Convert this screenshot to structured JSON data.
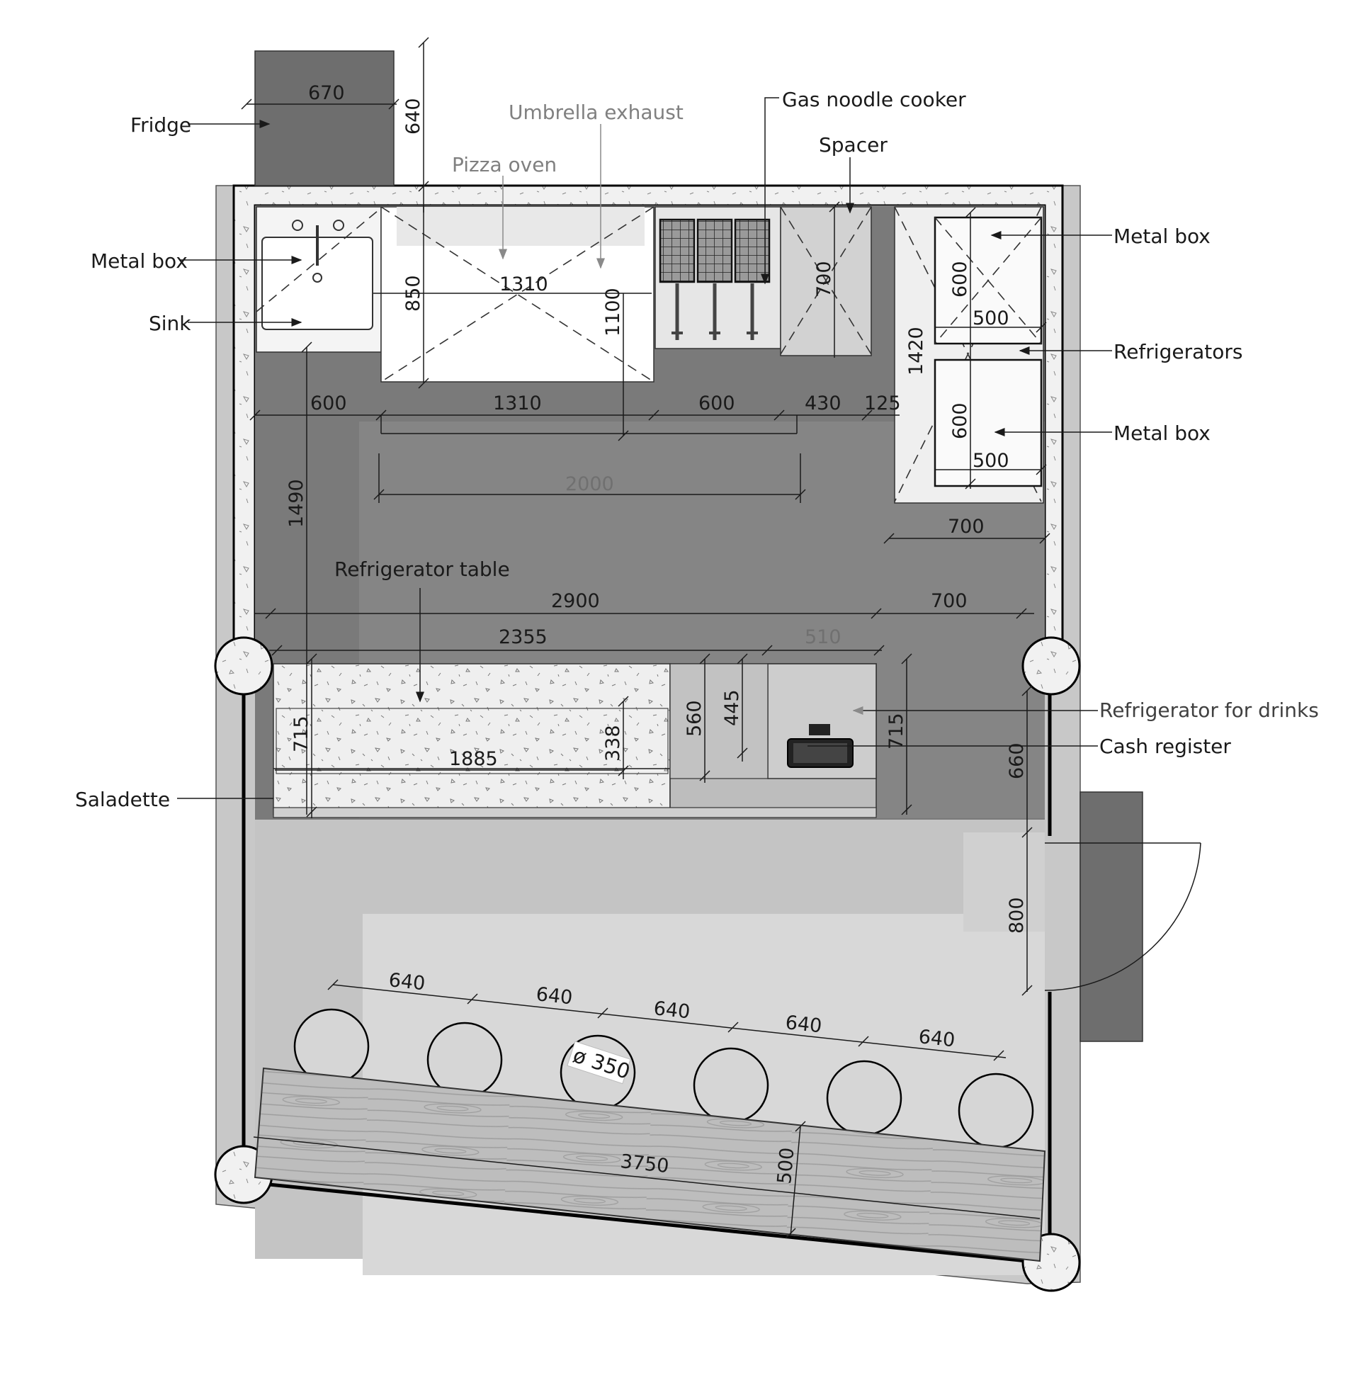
{
  "labels": {
    "fridge": "Fridge",
    "metal_box_left": "Metal box",
    "sink": "Sink",
    "saladette": "Saladette",
    "pizza_oven": "Pizza oven",
    "umbrella_exhaust": "Umbrella exhaust",
    "gas_noodle_cooker": "Gas noodle cooker",
    "spacer": "Spacer",
    "metal_box_top_right": "Metal box",
    "refrigerators": "Refrigerators",
    "metal_box_bottom_right": "Metal box",
    "refrigerator_table": "Refrigerator table",
    "refrigerator_for_drinks": "Refrigerator for drinks",
    "cash_register": "Cash register"
  },
  "dimensions": {
    "fridge_width": "670",
    "fridge_depth": "640",
    "oven_width_inner": "1310",
    "oven_depth": "850",
    "exhaust_depth": "1100",
    "spacer_depth": "700",
    "fridge_unit_width_top": "500",
    "fridge_unit_depth_top": "600",
    "fridge_unit_width_bottom": "500",
    "fridge_unit_depth_bottom": "600",
    "refrigerators_total": "1420",
    "row_sink": "600",
    "row_oven": "1310",
    "row_cooker": "600",
    "row_spacer": "430",
    "row_gap": "125",
    "exhaust_total": "2000",
    "aisle_right": "700",
    "kitchen_depth": "1490",
    "span_2900": "2900",
    "span_700": "700",
    "span_2355": "2355",
    "span_510": "510",
    "saladette_depth": "715",
    "saladette_width": "1885",
    "saladette_inner": "338",
    "counter_560": "560",
    "counter_445": "445",
    "drinks_depth": "715",
    "right_660": "660",
    "door_width": "800",
    "stool_spacing_1": "640",
    "stool_spacing_2": "640",
    "stool_spacing_3": "640",
    "stool_spacing_4": "640",
    "stool_spacing_5": "640",
    "stool_diameter": "ø 350",
    "bar_length": "3750",
    "bar_depth": "500"
  }
}
